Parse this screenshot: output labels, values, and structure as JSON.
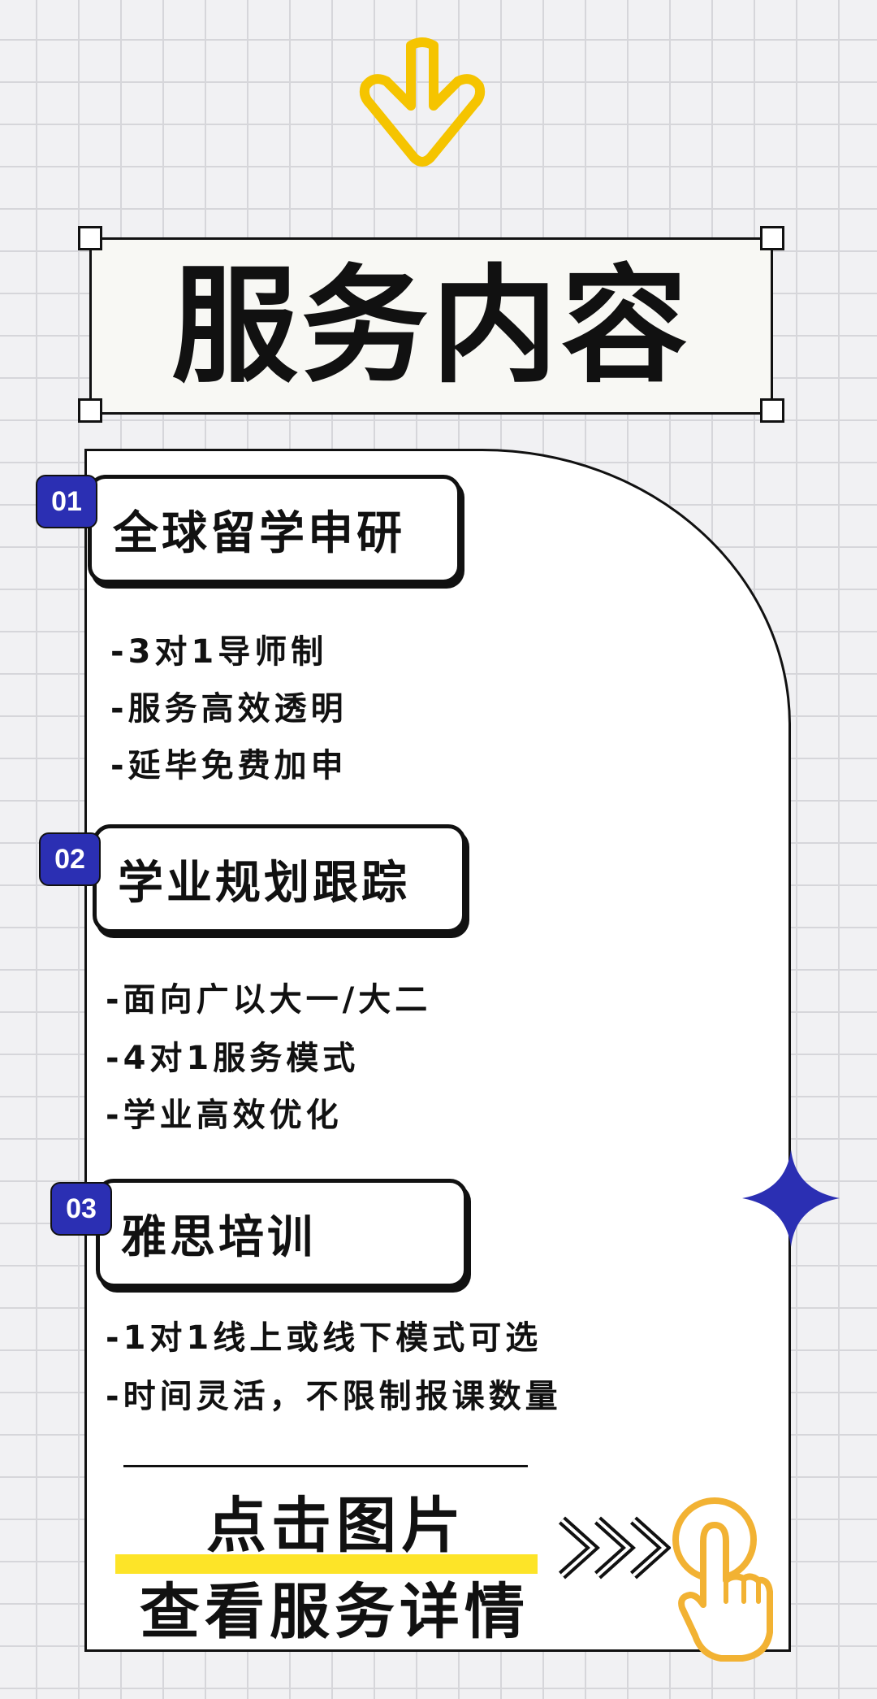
{
  "title": "服务内容",
  "sections": [
    {
      "number": "01",
      "heading": "全球留学申研",
      "bullets": [
        "-3对1导师制",
        "-服务高效透明",
        "-延毕免费加申"
      ]
    },
    {
      "number": "02",
      "heading": "学业规划跟踪",
      "bullets": [
        "-面向广以大一/大二",
        "-4对1服务模式",
        "-学业高效优化"
      ]
    },
    {
      "number": "03",
      "heading": "雅思培训",
      "bullets": [
        "-1对1线上或线下模式可选",
        "-时间灵活，不限制报课数量"
      ]
    }
  ],
  "cta": {
    "line1": "点击图片",
    "line2": "查看服务详情"
  },
  "icons": {
    "top": "down-arrow-icon",
    "star": "four-point-star-icon",
    "chevrons": "double-chevron-right-icon",
    "hand": "pointing-hand-icon"
  },
  "colors": {
    "accent_blue": "#2b2fb3",
    "accent_yellow": "#f5c400",
    "highlight_yellow": "#fde428",
    "hand_orange": "#f2b233",
    "ink": "#111111"
  }
}
